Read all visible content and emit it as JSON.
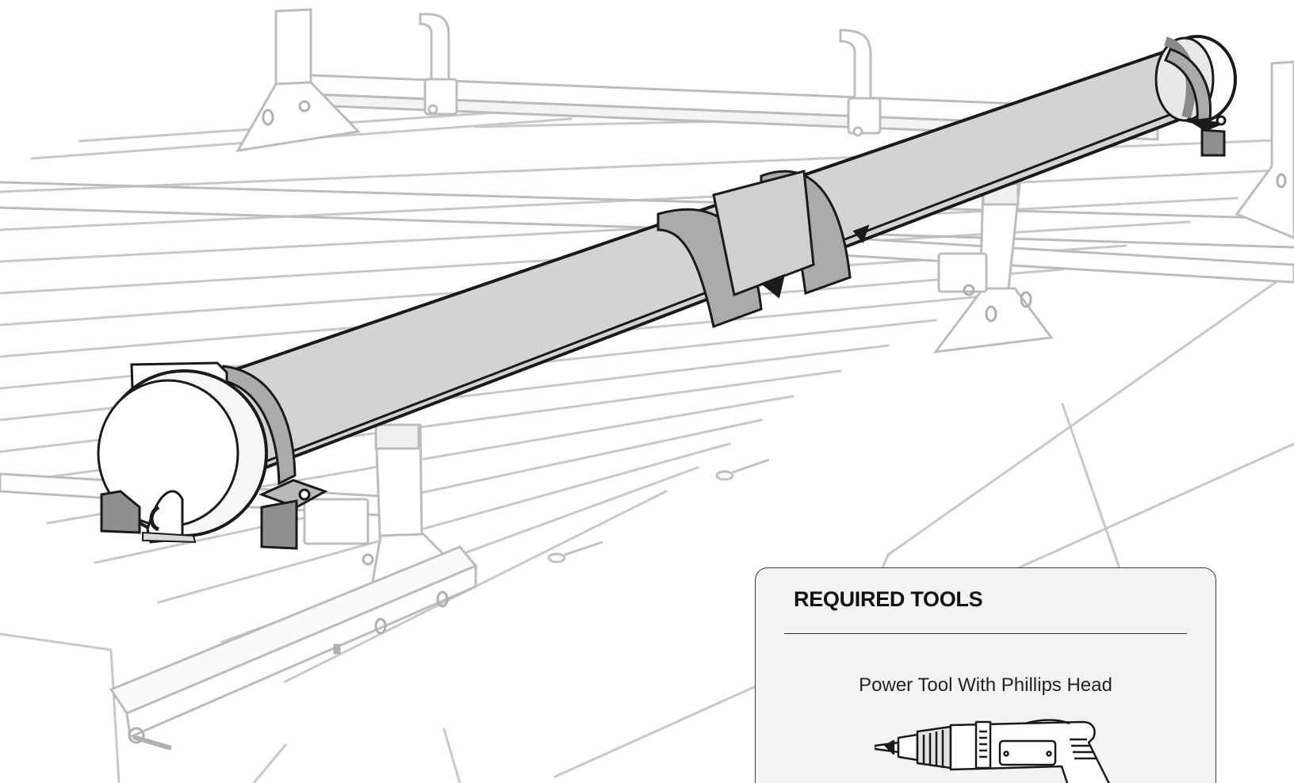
{
  "tools_panel": {
    "title": "REQUIRED TOOLS",
    "tools": [
      {
        "name": "Power Tool With Phillips Head",
        "icon": "power-drill-icon"
      }
    ]
  },
  "colors": {
    "tube_fill": "#d2d3d4",
    "clamp_band": "#a9aaab",
    "bracket_fill": "#8e8f90",
    "outline": "#1a1a1a",
    "background_lines": "#c4c4c4",
    "panel_bg": "#f2f3f4"
  },
  "scene": {
    "items": [
      "cargo-tube",
      "end-cap-front",
      "end-cap-rear",
      "center-coupler",
      "mounting-clamps",
      "roof-rack",
      "van-roof"
    ]
  }
}
